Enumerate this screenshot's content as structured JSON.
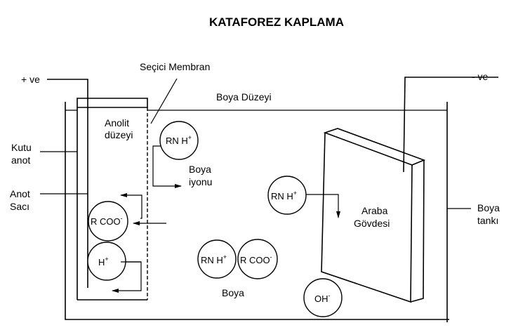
{
  "title": "KATAFOREZ KAPLAMA",
  "labels": {
    "positive_terminal": "+ ve",
    "negative_terminal": "- ve",
    "selective_membrane": "Seçici Membran",
    "paint_level": "Boya Düzeyi",
    "anolyte_level_line1": "Anolit",
    "anolyte_level_line2": "düzeyi",
    "box_anode_line1": "Kutu",
    "box_anode_line2": "anot",
    "anode_sheet_line1": "Anot",
    "anode_sheet_line2": "Sacı",
    "paint_ion_line1": "Boya",
    "paint_ion_line2": "iyonu",
    "car_body_line1": "Araba",
    "car_body_line2": "Gövdesi",
    "paint_tank_line1": "Boya",
    "paint_tank_line2": "tankı",
    "paint": "Boya"
  },
  "ions": {
    "rnh_top": {
      "base": "RN H",
      "charge": "+"
    },
    "rcoo_anode": {
      "base": "R COO",
      "charge": "-"
    },
    "h_anode": {
      "base": "H",
      "charge": "+"
    },
    "rnh_middle": {
      "base": "RN H",
      "charge": "+"
    },
    "rnh_paint": {
      "base": "RN H",
      "charge": "+"
    },
    "rcoo_paint": {
      "base": "R COO",
      "charge": "-"
    },
    "oh_cathode": {
      "base": "OH",
      "charge": "-"
    }
  }
}
